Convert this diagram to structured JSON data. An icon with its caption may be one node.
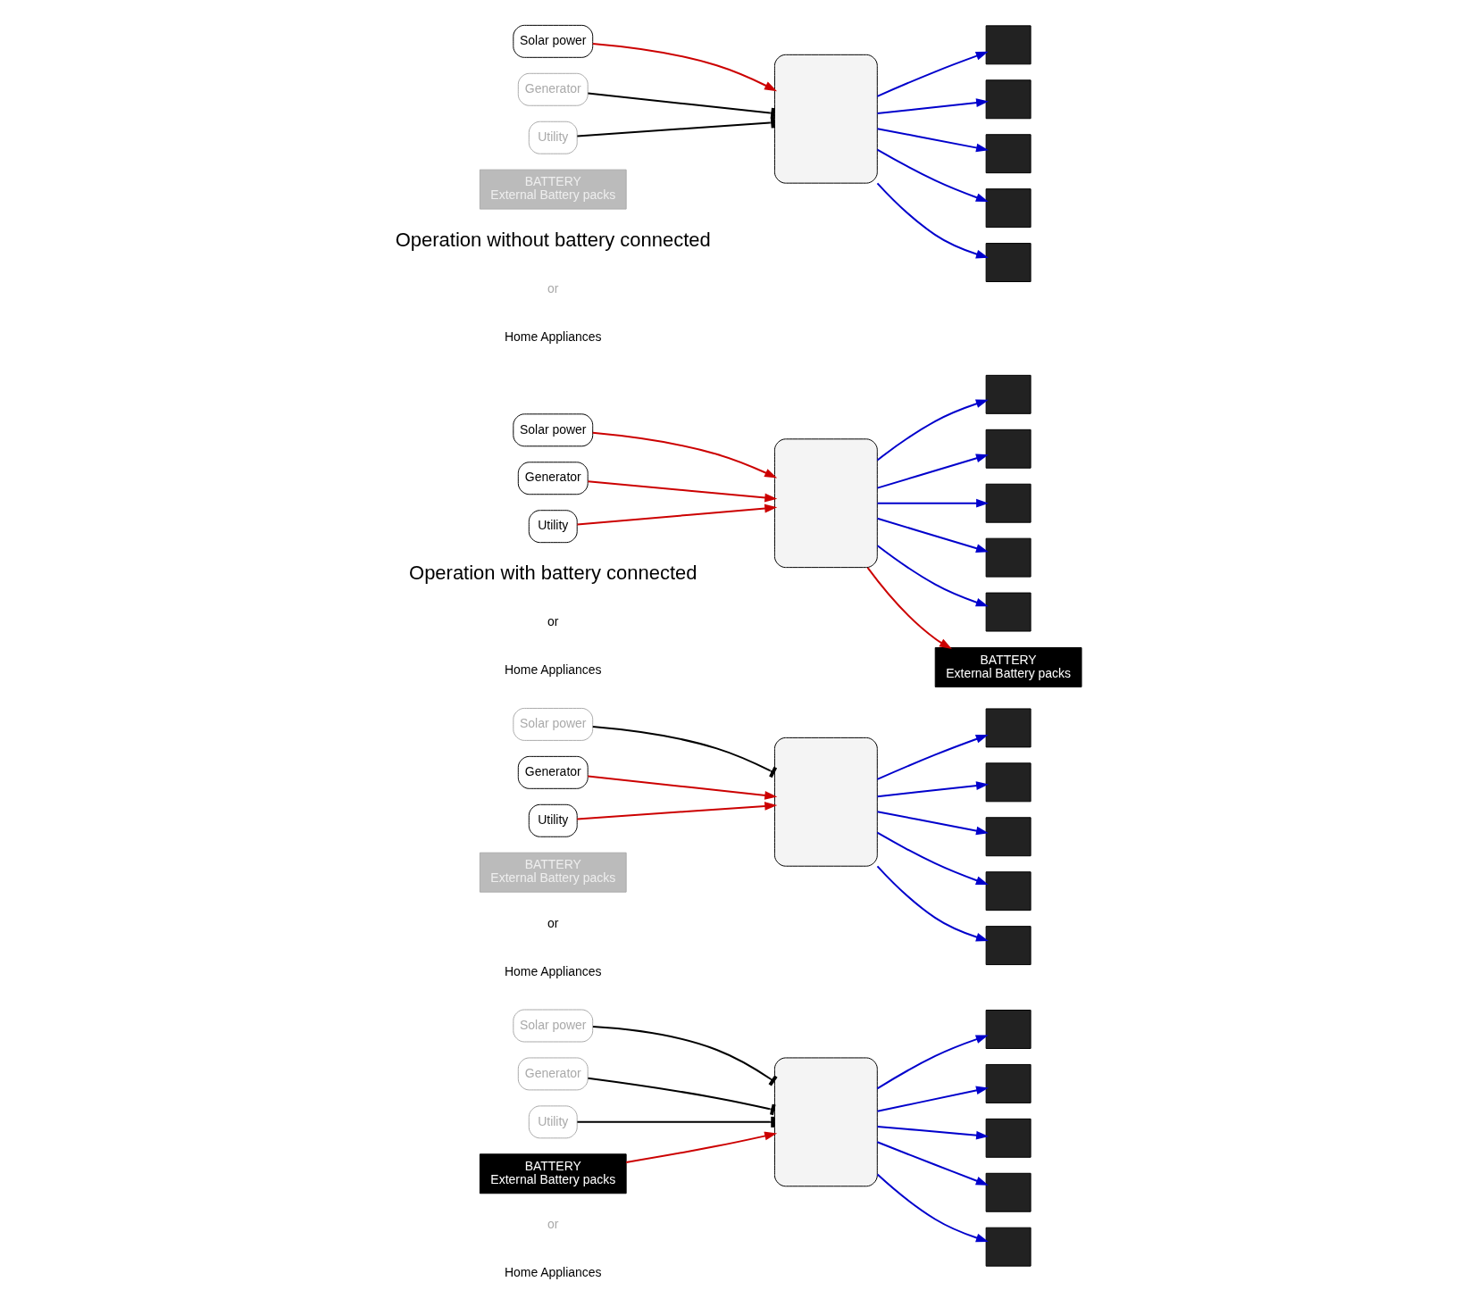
{
  "diagram": {
    "nodes": [
      {
        "text": [
          "Solar power"
        ]
      },
      {
        "text": [
          "Generator"
        ]
      },
      {
        "text": [
          "Utility"
        ]
      },
      {
        "text": [],
        "shape": "box"
      },
      {
        "text": [
          "BATTERY",
          "External Battery packs"
        ]
      },
      {
        "text": [],
        "shape": "box"
      },
      {
        "text": [],
        "shape": "box"
      },
      {
        "text": [],
        "shape": "box"
      },
      {
        "text": [],
        "shape": "box"
      },
      {
        "text": [],
        "shape": "box"
      },
      {
        "text": [
          "Solar power"
        ]
      },
      {
        "text": [
          "Generator"
        ]
      },
      {
        "text": [
          "Utility"
        ]
      },
      {
        "text": [],
        "shape": "box"
      },
      {
        "text": [
          "BATTERY",
          "External Battery packs"
        ]
      },
      {
        "text": [],
        "shape": "box"
      },
      {
        "text": [],
        "shape": "box"
      },
      {
        "text": [],
        "shape": "box"
      },
      {
        "text": [],
        "shape": "box"
      },
      {
        "text": [],
        "shape": "box"
      },
      {
        "text": [
          "Solar power"
        ]
      },
      {
        "text": [
          "Generator"
        ]
      },
      {
        "text": [
          "Utility"
        ]
      },
      {
        "text": [],
        "shape": "box"
      },
      {
        "text": [
          "BATTERY",
          "External Battery packs"
        ]
      },
      {
        "text": [],
        "shape": "box"
      },
      {
        "text": [],
        "shape": "box"
      },
      {
        "text": [],
        "shape": "box"
      },
      {
        "text": [],
        "shape": "box"
      },
      {
        "text": [],
        "shape": "box"
      },
      {
        "text": [
          "Solar power"
        ]
      },
      {
        "text": [
          "Generator"
        ]
      },
      {
        "text": [
          "Utility"
        ]
      },
      {
        "text": [],
        "shape": "box"
      },
      {
        "text": [
          "BATTERY",
          "External Battery packs"
        ]
      },
      {
        "text": [],
        "shape": "box"
      },
      {
        "text": [],
        "shape": "box"
      },
      {
        "text": [],
        "shape": "box"
      },
      {
        "text": [],
        "shape": "box"
      },
      {
        "text": [],
        "shape": "box"
      }
    ],
    "edges": [
      {
        "from": 0,
        "to": 3,
        "arrow": "to",
        "color": "#cc0000"
      },
      {
        "from": 1,
        "to": 3,
        "arrow": "other",
        "color": "#000000"
      },
      {
        "from": 2,
        "to": 3,
        "arrow": "other",
        "color": "#000000"
      },
      {
        "from": 3,
        "to": 5,
        "arrow": "to"
      },
      {
        "from": 3,
        "to": 6,
        "arrow": "to"
      },
      {
        "from": 3,
        "to": 7,
        "arrow": "to"
      },
      {
        "from": 3,
        "to": 8,
        "arrow": "to"
      },
      {
        "from": 3,
        "to": 9,
        "arrow": "to"
      },
      {
        "from": 10,
        "to": 13,
        "arrow": "to",
        "color": "#cc0000"
      },
      {
        "from": 11,
        "to": 13,
        "arrow": "to",
        "color": "#cc0000"
      },
      {
        "from": 12,
        "to": 13,
        "arrow": "to",
        "color": "#cc0000"
      },
      {
        "from": 13,
        "to": 14,
        "arrow": "to",
        "color": "#cc0000"
      },
      {
        "from": 13,
        "to": 15,
        "arrow": "to"
      },
      {
        "from": 13,
        "to": 16,
        "arrow": "to"
      },
      {
        "from": 13,
        "to": 17,
        "arrow": "to"
      },
      {
        "from": 13,
        "to": 18,
        "arrow": "to"
      },
      {
        "from": 13,
        "to": 19,
        "arrow": "to"
      },
      {
        "from": 20,
        "to": 23,
        "arrow": "other",
        "color": "#000000"
      },
      {
        "from": 21,
        "to": 23,
        "arrow": "to",
        "color": "#cc0000"
      },
      {
        "from": 22,
        "to": 23,
        "arrow": "to",
        "color": "#cc0000"
      },
      {
        "from": 23,
        "to": 25,
        "arrow": "to"
      },
      {
        "from": 23,
        "to": 26,
        "arrow": "to"
      },
      {
        "from": 23,
        "to": 27,
        "arrow": "to"
      },
      {
        "from": 23,
        "to": 28,
        "arrow": "to"
      },
      {
        "from": 23,
        "to": 29,
        "arrow": "to"
      },
      {
        "from": 30,
        "to": 33,
        "arrow": "other",
        "color": "#000000"
      },
      {
        "from": 31,
        "to": 33,
        "arrow": "other",
        "color": "#000000"
      },
      {
        "from": 32,
        "to": 33,
        "arrow": "other",
        "color": "#000000"
      },
      {
        "from": 34,
        "to": 33,
        "arrow": "to",
        "color": "#cc0000"
      },
      {
        "from": 33,
        "to": 35,
        "arrow": "to"
      },
      {
        "from": 33,
        "to": 36,
        "arrow": "to"
      },
      {
        "from": 33,
        "to": 37,
        "arrow": "to"
      },
      {
        "from": 33,
        "to": 38,
        "arrow": "to"
      },
      {
        "from": 33,
        "to": 39,
        "arrow": "to"
      }
    ],
    "labels": [
      "Operation without battery connected",
      "Operation with battery connected",
      "or",
      "Home Appliances",
      "or",
      "Home Appliances",
      "or",
      "Home Appliances",
      "or",
      "Home Appliances"
    ]
  }
}
